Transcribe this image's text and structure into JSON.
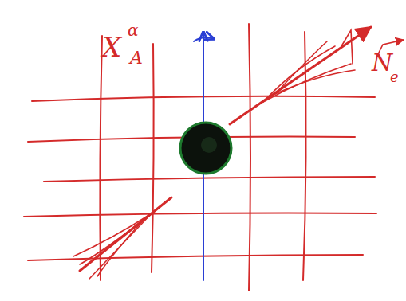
{
  "diagram": {
    "labels": [
      "X",
      "α",
      "A",
      "N",
      "e"
    ]
  }
}
